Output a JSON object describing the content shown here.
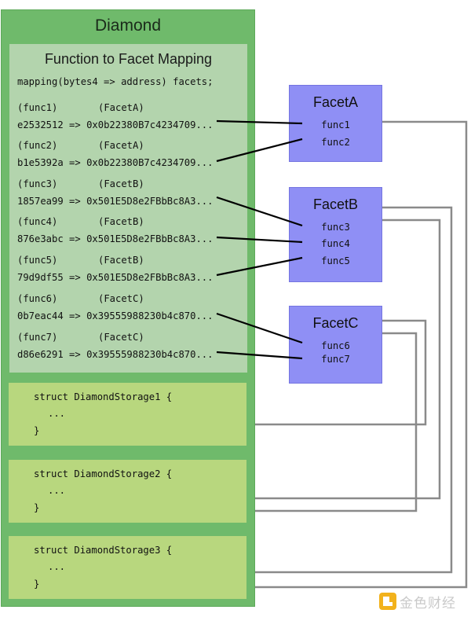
{
  "diamond": {
    "title": "Diamond",
    "mapping": {
      "title": "Function to Facet Mapping",
      "declaration": "mapping(bytes4 => address) facets;",
      "entries": [
        {
          "func_label": "(func1)",
          "facet_label": "(FacetA)",
          "selector": "e2532512",
          "address": "0x0b22380B7c4234709..."
        },
        {
          "func_label": "(func2)",
          "facet_label": "(FacetA)",
          "selector": "b1e5392a",
          "address": "0x0b22380B7c4234709..."
        },
        {
          "func_label": "(func3)",
          "facet_label": "(FacetB)",
          "selector": "1857ea99",
          "address": "0x501E5D8e2FBbBc8A3..."
        },
        {
          "func_label": "(func4)",
          "facet_label": "(FacetB)",
          "selector": "876e3abc",
          "address": "0x501E5D8e2FBbBc8A3..."
        },
        {
          "func_label": "(func5)",
          "facet_label": "(FacetB)",
          "selector": "79d9df55",
          "address": "0x501E5D8e2FBbBc8A3..."
        },
        {
          "func_label": "(func6)",
          "facet_label": "(FacetC)",
          "selector": "0b7eac44",
          "address": "0x39555988230b4c870..."
        },
        {
          "func_label": "(func7)",
          "facet_label": "(FacetC)",
          "selector": "d86e6291",
          "address": "0x39555988230b4c870..."
        }
      ]
    },
    "storages": [
      {
        "header": "struct DiamondStorage1 {",
        "body": "...",
        "footer": "}"
      },
      {
        "header": "struct DiamondStorage2 {",
        "body": "...",
        "footer": "}"
      },
      {
        "header": "struct DiamondStorage3 {",
        "body": "...",
        "footer": "}"
      }
    ]
  },
  "facets": [
    {
      "name": "FacetA",
      "functions": [
        "func1",
        "func2"
      ]
    },
    {
      "name": "FacetB",
      "functions": [
        "func3",
        "func4",
        "func5"
      ]
    },
    {
      "name": "FacetC",
      "functions": [
        "func6",
        "func7"
      ]
    }
  ],
  "watermark": {
    "text": "金色财经"
  },
  "colors": {
    "diamond": "#6fba6b",
    "mapping_panel": "#b3d4ad",
    "storage_panel": "#b8d77e",
    "facet": "#8f8ff5",
    "connector_black": "#000000",
    "connector_gray": "#8a8a8a",
    "watermark_icon": "#f2b21c"
  }
}
